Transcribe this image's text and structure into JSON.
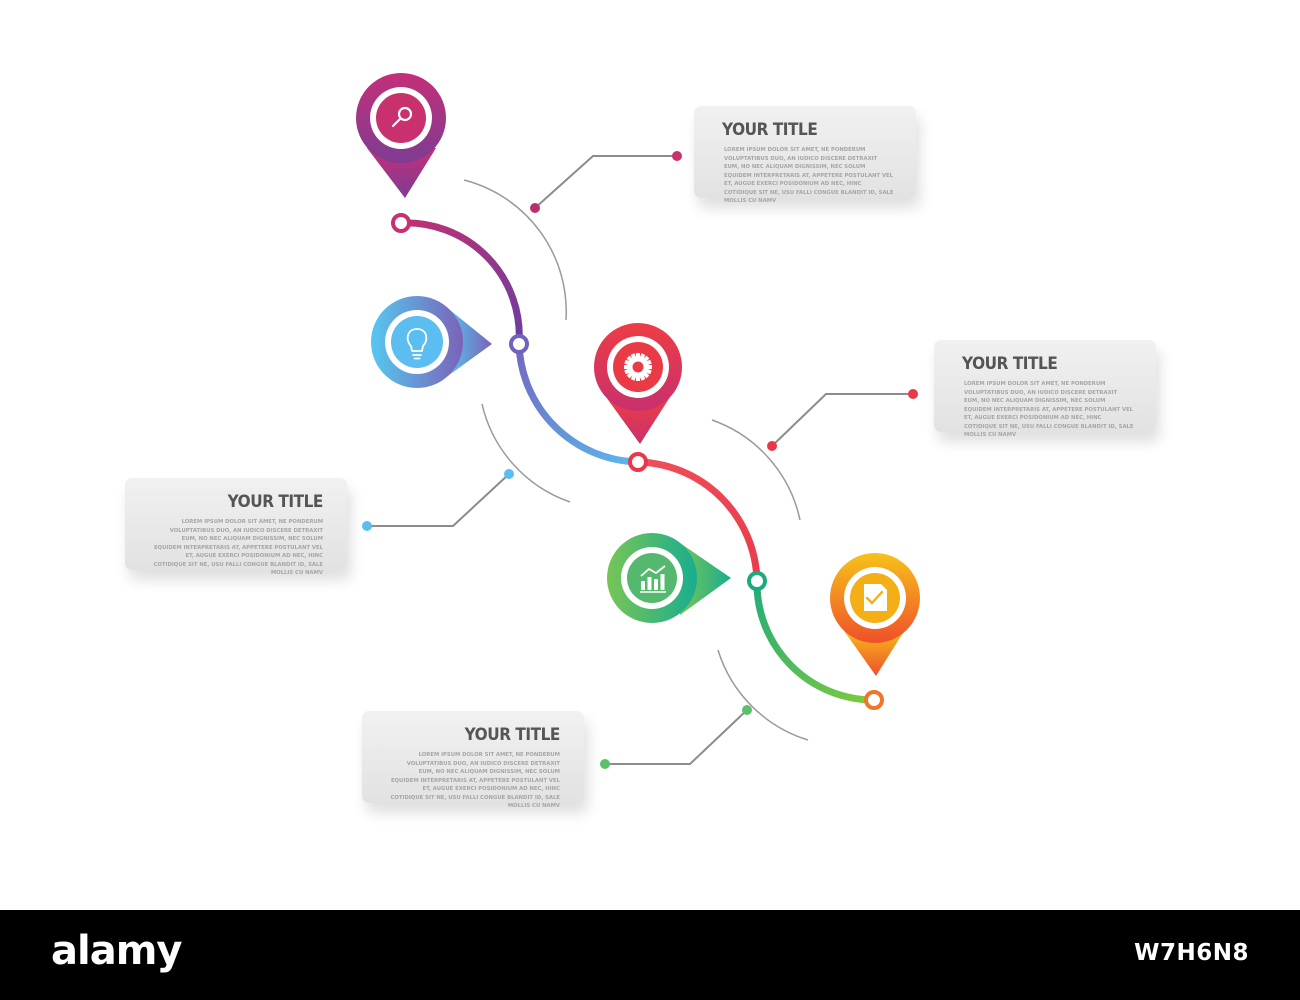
{
  "steps": [
    {
      "title": "YOUR TITLE",
      "body": "LOREM IPSUM DOLOR SIT AMET, NE PONDERUM VOLUPTATIBUS DUO, AN IUDICO DISCERE DETRAXIT EUM, NO NEC ALIQUAM DIGNISSIM, NEC SOLUM EQUIDEM INTERPRETARIS AT, APPETERE POSTULANT VEL ET, AUGUE EXERCI POSIDONIUM AD NEC, HINC COTIDIQUE SIT NE, USU FALLI CONGUE BLANDIT ID, SALE MOLLIS CU NAMV",
      "icon": "magnifier-icon",
      "color": "#c8306e"
    },
    {
      "title": "YOUR TITLE",
      "body": "LOREM IPSUM DOLOR SIT AMET, NE PONDERUM VOLUPTATIBUS DUO, AN IUDICO DISCERE DETRAXIT EUM, NO NEC ALIQUAM DIGNISSIM, NEC SOLUM EQUIDEM INTERPRETARIS AT, APPETERE POSTULANT VEL ET, AUGUE EXERCI POSIDONIUM AD NEC, HINC COTIDIQUE SIT NE, USU FALLI CONGUE BLANDIT ID, SALE MOLLIS CU NAMV",
      "icon": "lightbulb-icon",
      "color": "#5bb8ee"
    },
    {
      "title": "YOUR TITLE",
      "body": "LOREM IPSUM DOLOR SIT AMET, NE PONDERUM VOLUPTATIBUS DUO, AN IUDICO DISCERE DETRAXIT EUM, NO NEC ALIQUAM DIGNISSIM, NEC SOLUM EQUIDEM INTERPRETARIS AT, APPETERE POSTULANT VEL ET, AUGUE EXERCI POSIDONIUM AD NEC, HINC COTIDIQUE SIT NE, USU FALLI CONGUE BLANDIT ID, SALE MOLLIS CU NAMV",
      "icon": "gear-icon",
      "color": "#e8384a"
    },
    {
      "title": "YOUR TITLE",
      "body": "LOREM IPSUM DOLOR SIT AMET, NE PONDERUM VOLUPTATIBUS DUO, AN IUDICO DISCERE DETRAXIT EUM, NO NEC ALIQUAM DIGNISSIM, NEC SOLUM EQUIDEM INTERPRETARIS AT, APPETERE POSTULANT VEL ET, AUGUE EXERCI POSIDONIUM AD NEC, HINC COTIDIQUE SIT NE, USU FALLI CONGUE BLANDIT ID, SALE MOLLIS CU NAMV",
      "icon": "bar-chart-icon",
      "color": "#3dbb78"
    },
    {
      "icon": "document-check-icon",
      "color": "#f2a51d"
    }
  ],
  "footer": {
    "brand": "alamy",
    "image_id": "W7H6N8"
  }
}
